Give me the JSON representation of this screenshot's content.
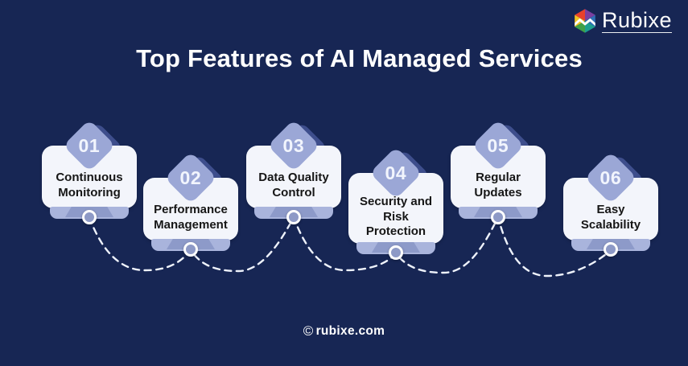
{
  "logo": {
    "brand": "Rubixe",
    "icon": "rubixe-cube-icon"
  },
  "title": "Top Features of AI Managed Services",
  "features": [
    {
      "number": "01",
      "label": "Continuous Monitoring"
    },
    {
      "number": "02",
      "label": "Performance Management"
    },
    {
      "number": "03",
      "label": "Data Quality Control"
    },
    {
      "number": "04",
      "label": "Security and Risk Protection"
    },
    {
      "number": "05",
      "label": "Regular Updates"
    },
    {
      "number": "06",
      "label": "Easy Scalability"
    }
  ],
  "footer": {
    "copyright_symbol": "©",
    "site": "rubixe.com"
  },
  "colors": {
    "background": "#172654",
    "card_panel": "#f3f5fb",
    "diamond": "#9ba7d6",
    "diamond_shadow": "#3e4e8c",
    "base_bar": "#a9b4dc",
    "hinge": "#8d9ac9",
    "dot_fill": "#8d99c6",
    "dashed_line": "#eef2fb",
    "text_dark": "#161616",
    "text_light": "#ffffff"
  }
}
